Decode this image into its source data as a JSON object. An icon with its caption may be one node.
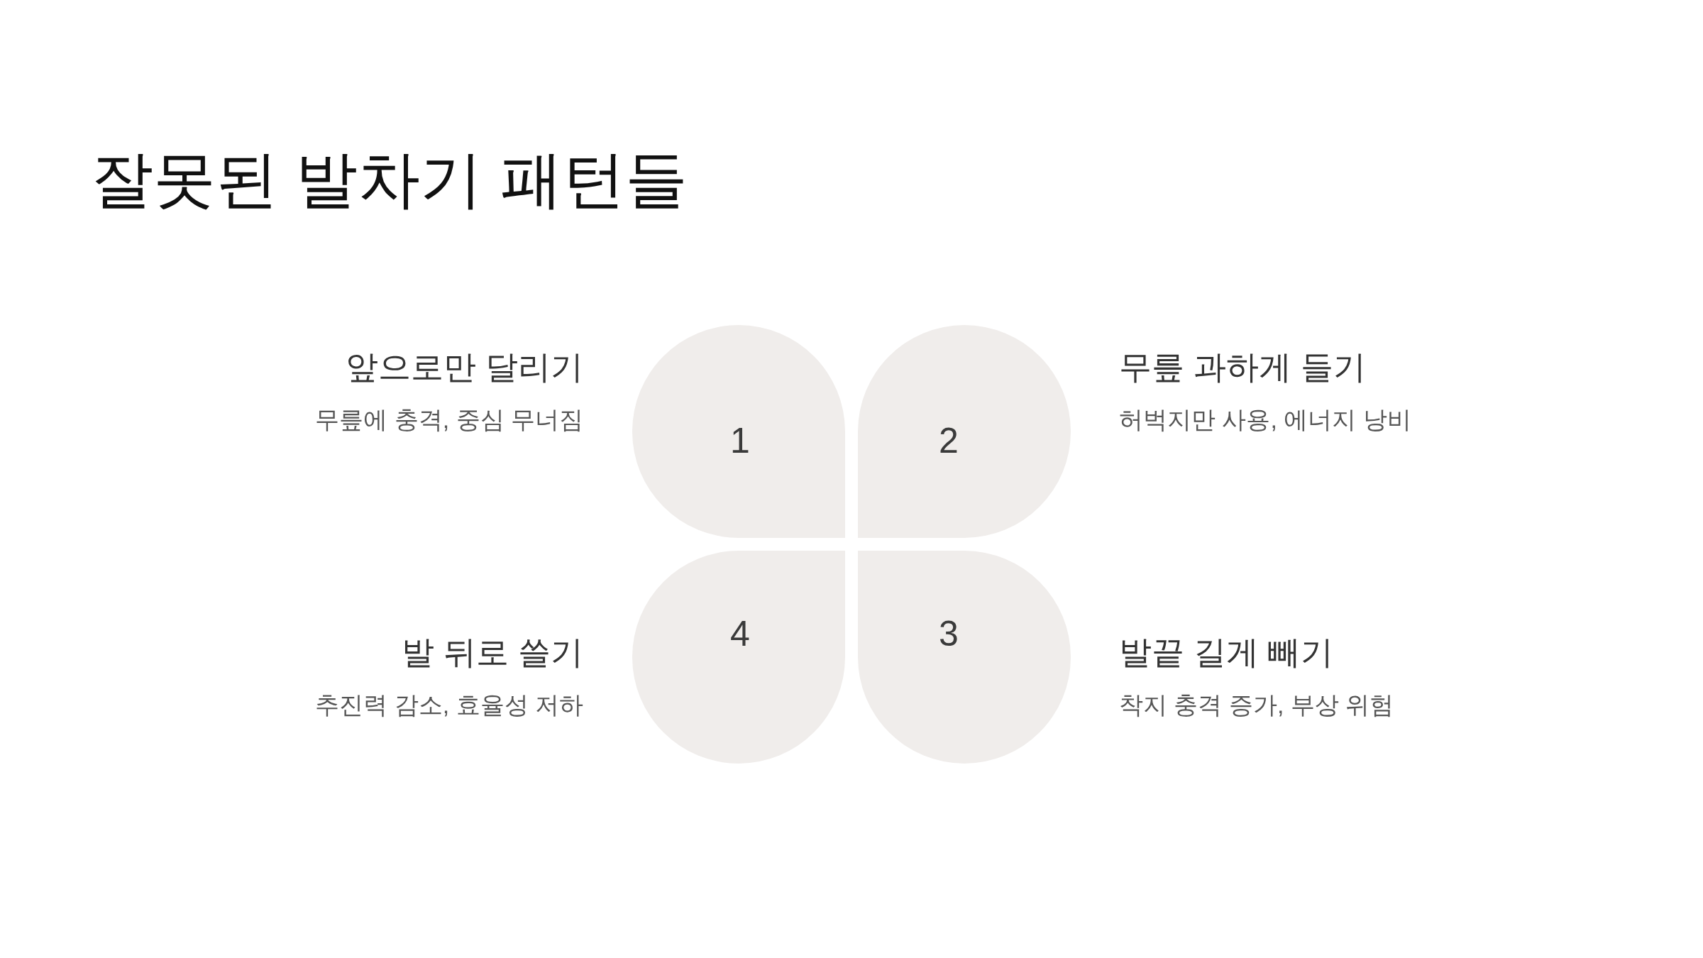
{
  "diagram": {
    "title": "잘못된 발차기 패턴들",
    "nodes": [
      {
        "text": [
          "1"
        ],
        "beside": [
          "앞으로만 달리기",
          "무릎에 충격, 중심 무너짐"
        ]
      },
      {
        "text": [
          "2"
        ],
        "beside": [
          "무릎 과하게 들기",
          "허벅지만 사용, 에너지 낭비"
        ]
      },
      {
        "text": [
          "4"
        ],
        "beside": [
          "발 뒤로 쓸기",
          "추진력 감소, 효율성 저하"
        ]
      },
      {
        "text": [
          "3"
        ],
        "beside": [
          "발끝 길게 빼기",
          "착지 충격 증가, 부상 위험"
        ]
      }
    ]
  }
}
